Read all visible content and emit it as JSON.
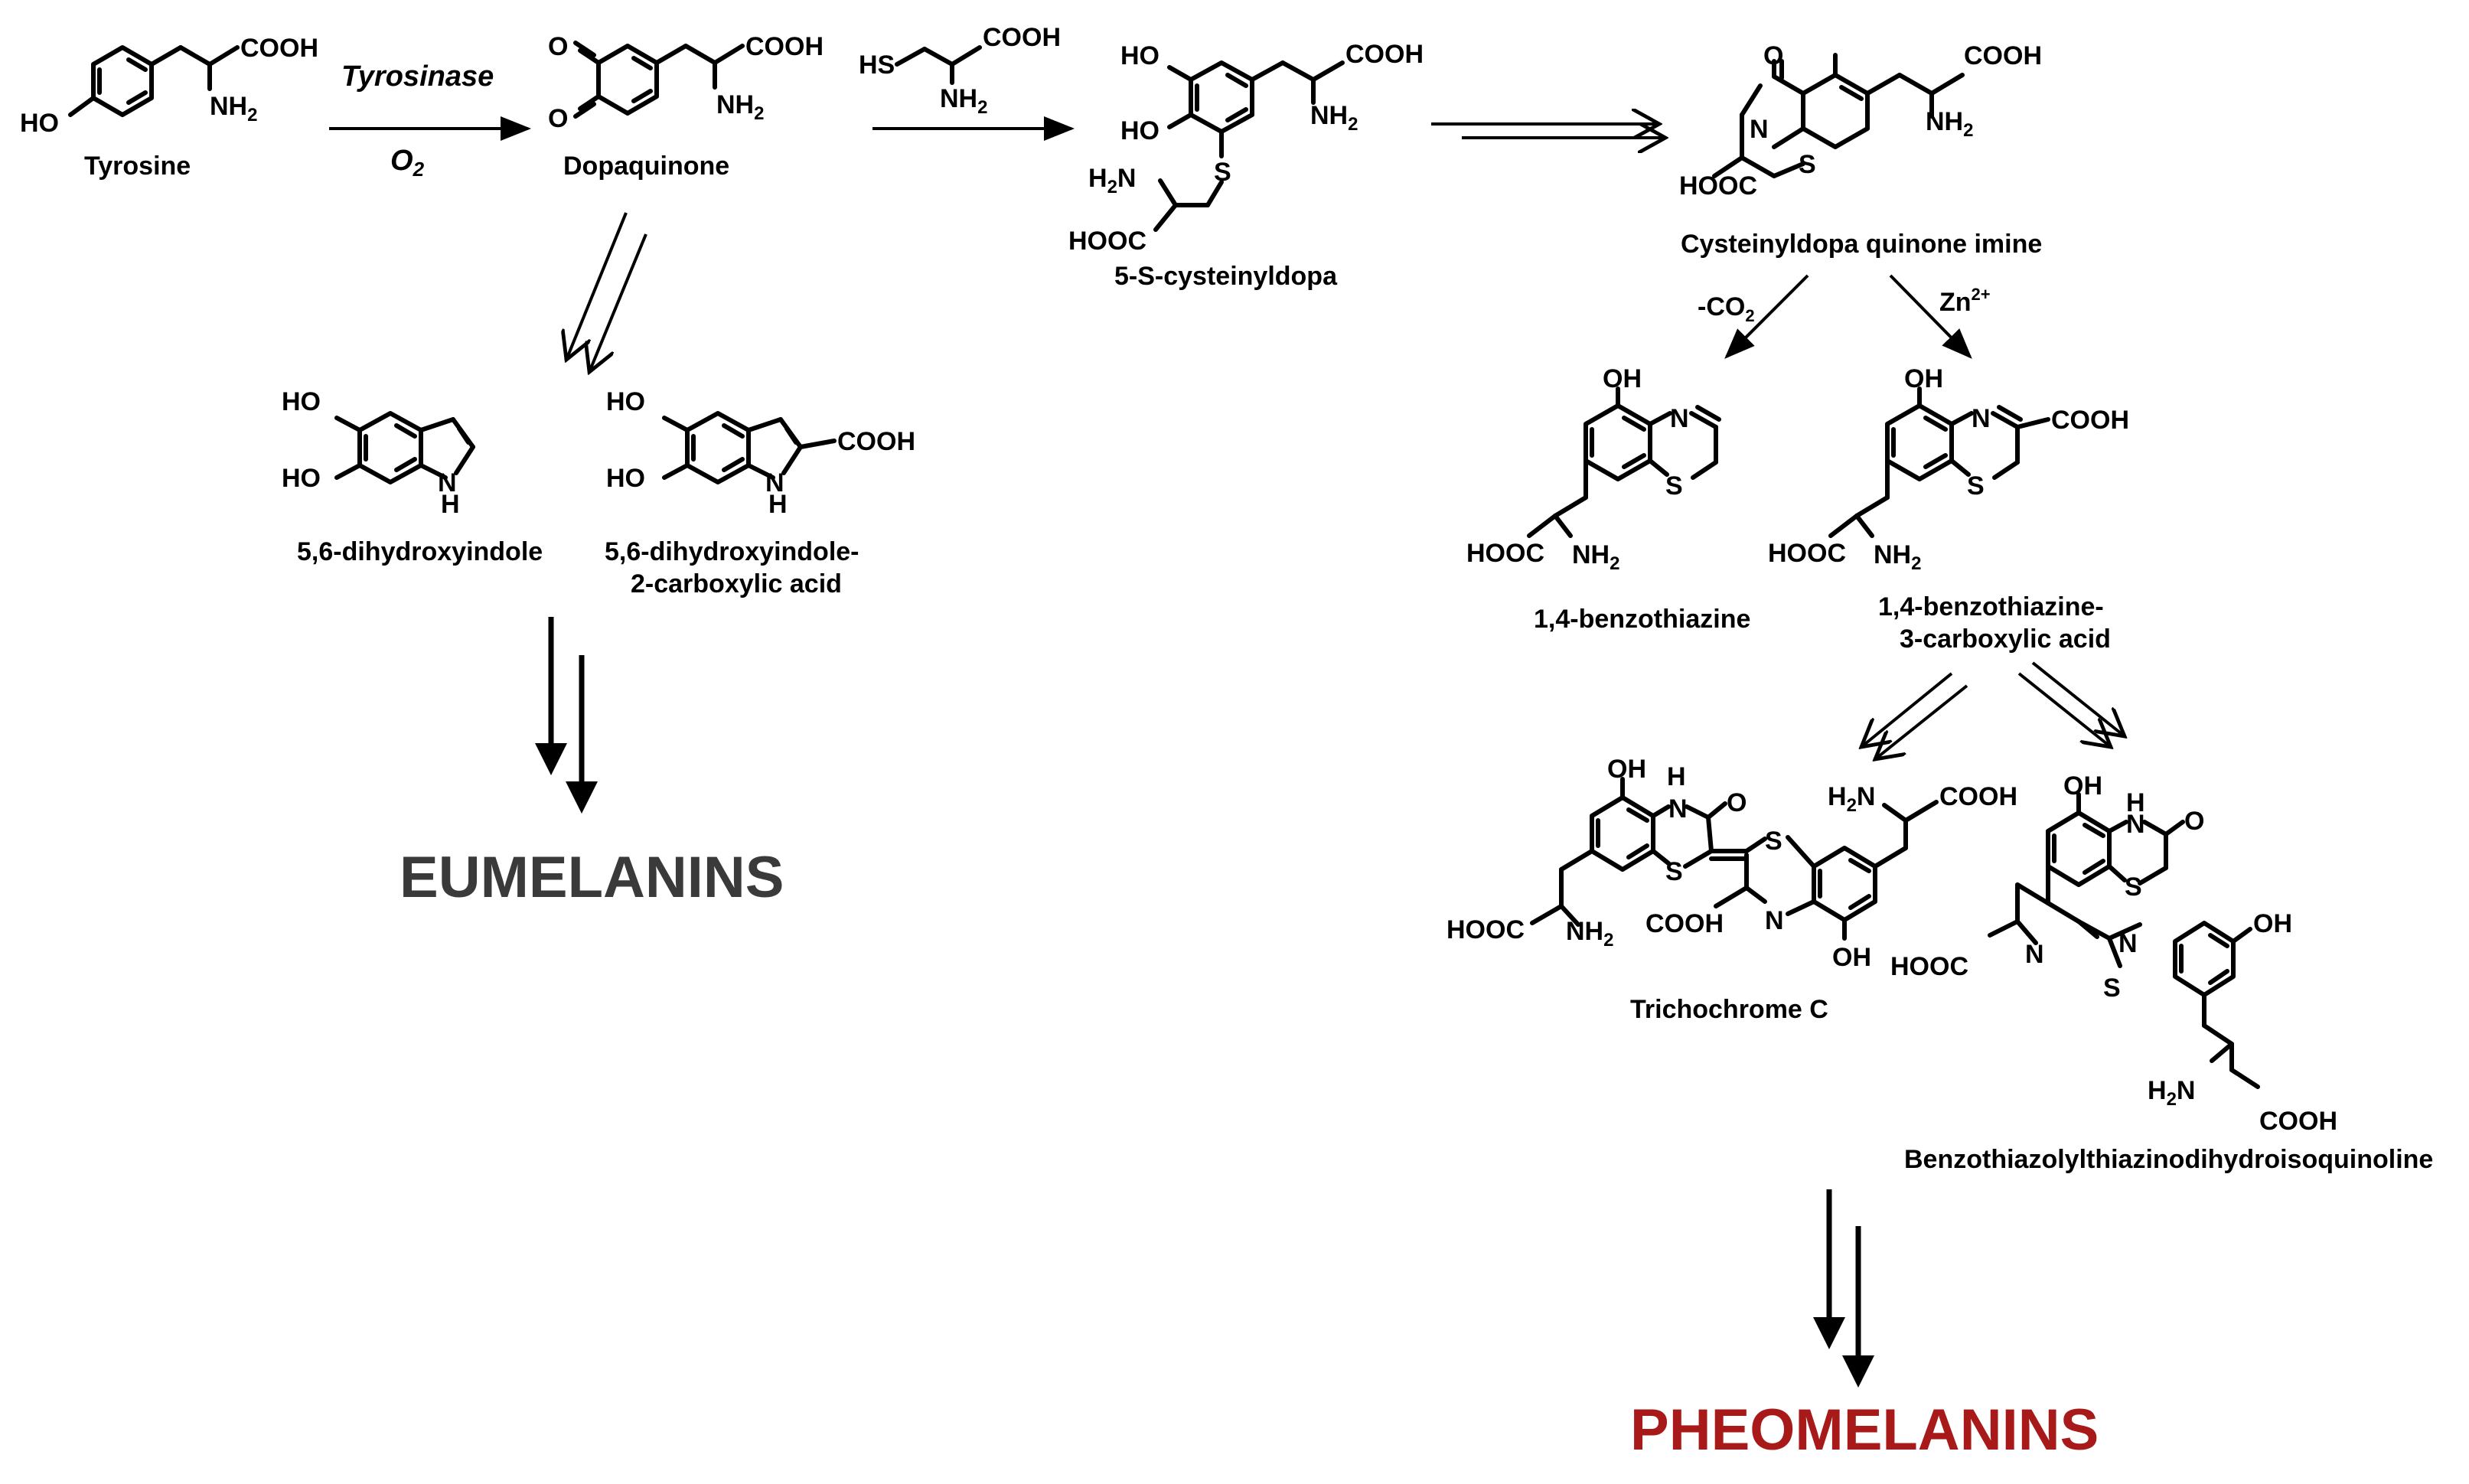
{
  "compounds": {
    "tyrosine": "Tyrosine",
    "dopaquinone": "Dopaquinone",
    "cysteinyldopa": "5-S-cysteinyldopa",
    "quinone_imine": "Cysteinyldopa quinone imine",
    "dhi": "5,6-dihydroxyindole",
    "dhica_1": "5,6-dihydroxyindole-",
    "dhica_2": "2-carboxylic acid",
    "benzothiazine": "1,4-benzothiazine",
    "btca_1": "1,4-benzothiazine-",
    "btca_2": "3-carboxylic acid",
    "trichochrome": "Trichochrome C",
    "btzq": "Benzothiazolylthiazinodihydroisoquinoline"
  },
  "reagents": {
    "enzyme": "Tyrosinase",
    "oxygen": "O",
    "oxygen_sub": "2",
    "decarboxylation": "-CO",
    "decarboxylation_sub": "2",
    "zinc": "Zn",
    "zinc_sup": "2+"
  },
  "groups": {
    "cooh": "COOH",
    "hooc": "HOOC",
    "nh2": "NH",
    "h2n": "H",
    "sub2": "2",
    "n_letter": "N",
    "ho": "HO",
    "oh": "OH",
    "o": "O",
    "s": "S",
    "hs": "HS",
    "nh": "N",
    "h": "H"
  },
  "products": {
    "eumelanins": "EUMELANINS",
    "pheomelanins": "PHEOMELANINS"
  },
  "colors": {
    "eumelanins": "#3a3a3a",
    "pheomelanins": "#a81a1a"
  }
}
